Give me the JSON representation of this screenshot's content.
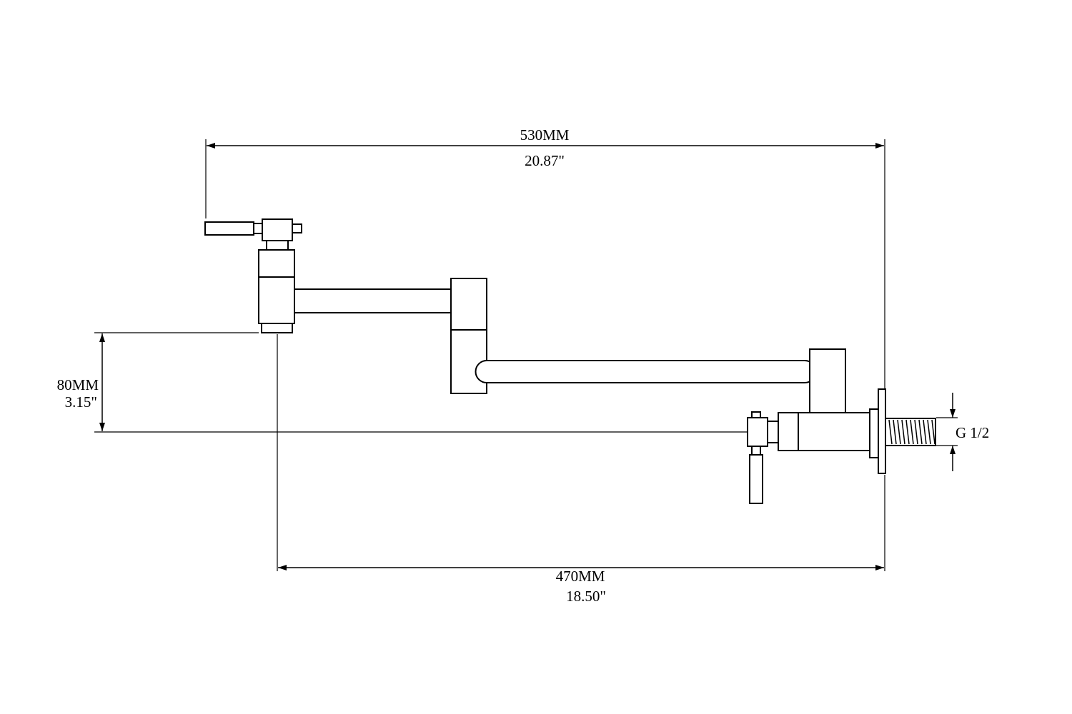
{
  "dimensions": {
    "overall_width": {
      "metric": "530MM",
      "imperial": "20.87\""
    },
    "wall_offset": {
      "metric": "470MM",
      "imperial": "18.50\""
    },
    "height_drop": {
      "metric": "80MM",
      "imperial": "3.15\""
    },
    "thread": {
      "label": "G 1/2"
    }
  },
  "colors": {
    "line": "#000000",
    "background": "#ffffff"
  }
}
